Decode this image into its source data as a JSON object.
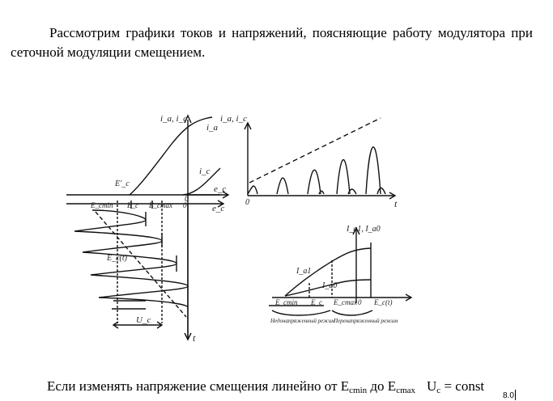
{
  "text": {
    "intro": "Рассмотрим графики токов и напряжений, поясняющие работу модулятора при сеточной модуляции смещением.",
    "bottom_prefix": "Если изменять напряжение смещения линейно от E",
    "bottom_sub1": "cmin",
    "bottom_mid": " до E",
    "bottom_sub2": "cmax",
    "bottom_u": "U",
    "bottom_sub3": "c",
    "bottom_suffix": " = const"
  },
  "page_marker": "8.0",
  "figure": {
    "left": {
      "y_label": "i_a, i_c",
      "curve_a": "i_a",
      "curve_c": "i_c",
      "x_label": "e_c",
      "ec_prime": "E'_c",
      "zero1": "0",
      "x_label2": "e_c",
      "emin": "E_cmin",
      "ec": "E_c",
      "emax": "E_cmax",
      "zero2": "0",
      "ect": "E_c(t)",
      "uc": "U_c",
      "t": "t"
    },
    "mid": {
      "y_label": "i_a, i_c",
      "zero": "0",
      "t": "t"
    },
    "right": {
      "y_label": "I_a1, I_a0",
      "curve1": "I_a1",
      "curve0": "I_a0",
      "emin": "E_cmin",
      "ec": "E_c",
      "emax": "E_cmax",
      "zero": "0",
      "ect": "E_c(t)",
      "regime1": "Недонапряженный режим",
      "regime2": "Перенапряженный режим"
    }
  }
}
